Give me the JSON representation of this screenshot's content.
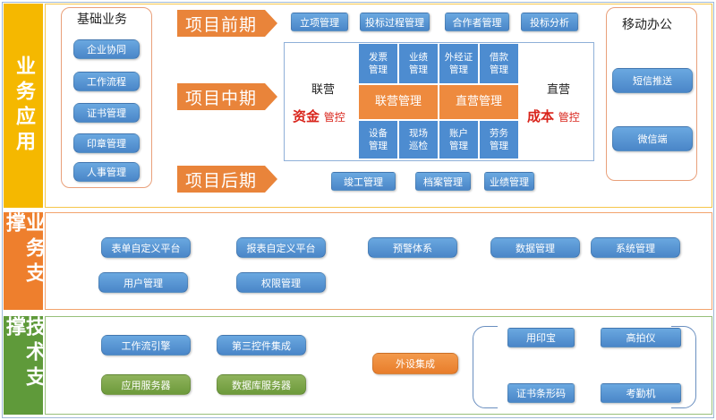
{
  "bands": {
    "business_app": "业务应用",
    "business_support": "业务支撑",
    "tech_support": "技术支撑"
  },
  "basic": {
    "title": "基础业务",
    "items": [
      "企业协同",
      "工作流程",
      "证书管理",
      "印章管理",
      "人事管理"
    ]
  },
  "phases": {
    "pre": "项目前期",
    "mid": "项目中期",
    "post": "项目后期"
  },
  "pre_items": [
    "立项管理",
    "投标过程管理",
    "合作者管理",
    "投标分析"
  ],
  "post_items": [
    "竣工管理",
    "档案管理",
    "业绩管理"
  ],
  "mid": {
    "left_title": "联营",
    "left_main": "资金",
    "left_suffix": "管控",
    "right_title": "直营",
    "right_main": "成本",
    "right_suffix": "管控",
    "top_cells": [
      "发票\n管理",
      "业绩\n管理",
      "外经证\n管理",
      "借款\n管理"
    ],
    "center_left": "联营管理",
    "center_right": "直营管理",
    "bottom_cells": [
      "设备\n管理",
      "现场\n巡检",
      "账户\n管理",
      "劳务\n管理"
    ]
  },
  "mobile": {
    "title": "移动办公",
    "items": [
      "短信推送",
      "微信端"
    ]
  },
  "support_items": [
    "表单自定义平台",
    "报表自定义平台",
    "预警体系",
    "数据管理",
    "系统管理",
    "用户管理",
    "权限管理"
  ],
  "tech_items": {
    "workflow": "工作流引擎",
    "thirdparty": "第三控件集成",
    "app_server": "应用服务器",
    "db_server": "数据库服务器",
    "peripheral": "外设集成",
    "devices": [
      "用印宝",
      "高拍仪",
      "证书条形码",
      "考勤机"
    ]
  },
  "colors": {
    "yellow": "#f5b800",
    "orange": "#ee7f2d",
    "green": "#5f9a3a",
    "blue": "#4d8cd0"
  }
}
